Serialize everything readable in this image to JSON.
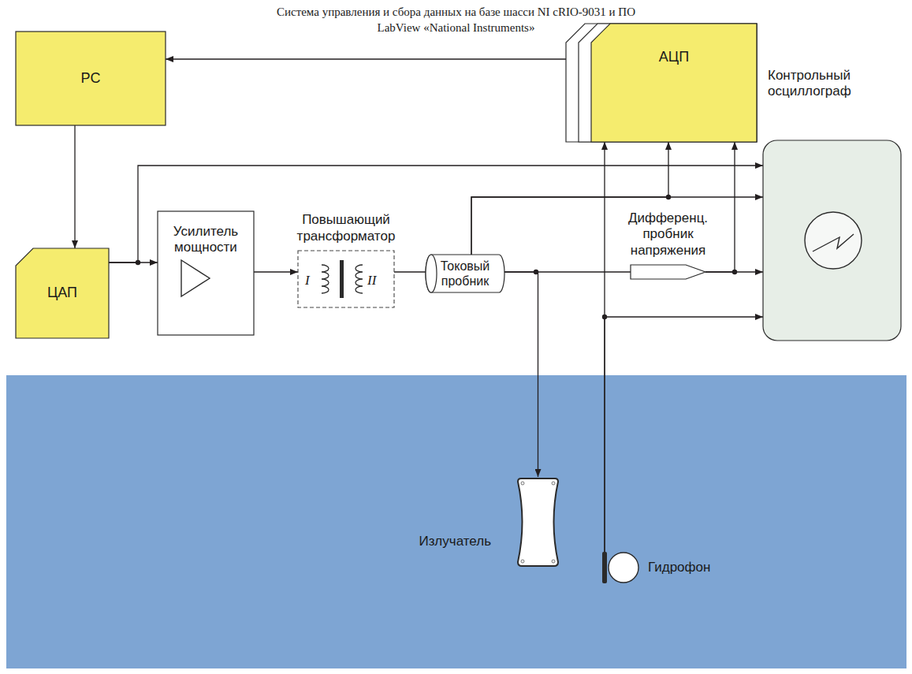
{
  "diagram": {
    "title": "Система управления и сбора данных на базе шасси NI cRIO-9031 и ПО LabView «National Instruments»",
    "nodes": [
      {
        "text": [
          "PC"
        ]
      },
      {
        "text": [
          "АЦП"
        ]
      },
      {
        "text": [
          "Контрольный осциллограф"
        ]
      },
      {
        "text": [
          "ЦАП"
        ]
      },
      {
        "text": [
          "Усилитель мощности"
        ]
      },
      {
        "text": [
          "Повышающий трансформатор"
        ]
      },
      {
        "text": [
          "Токовый пробник"
        ]
      },
      {
        "text": [
          "Дифференц. пробник напряжения"
        ]
      },
      {
        "text": [
          "Излучатель"
        ]
      },
      {
        "text": [
          "Гидрофон"
        ]
      }
    ],
    "edges": [
      {
        "from": 1,
        "to": 0,
        "arrow": "to"
      },
      {
        "from": 0,
        "to": 3,
        "arrow": "to"
      },
      {
        "from": 3,
        "to": 4,
        "arrow": "to"
      },
      {
        "from": 3,
        "to": 2,
        "arrow": "to"
      },
      {
        "from": 4,
        "to": 5,
        "arrow": "to"
      },
      {
        "from": 5,
        "to": 6,
        "arrow": "none"
      },
      {
        "from": 6,
        "to": 8,
        "arrow": "to"
      },
      {
        "from": 6,
        "to": 7,
        "arrow": "none"
      },
      {
        "from": 6,
        "to": 1,
        "arrow": "to"
      },
      {
        "from": 6,
        "to": 2,
        "arrow": "to"
      },
      {
        "from": 7,
        "to": 1,
        "arrow": "to"
      },
      {
        "from": 7,
        "to": 2,
        "arrow": "to"
      },
      {
        "from": 9,
        "to": 1,
        "arrow": "to"
      },
      {
        "from": 9,
        "to": 2,
        "arrow": "to"
      }
    ],
    "labels": [
      "I",
      "II"
    ]
  }
}
